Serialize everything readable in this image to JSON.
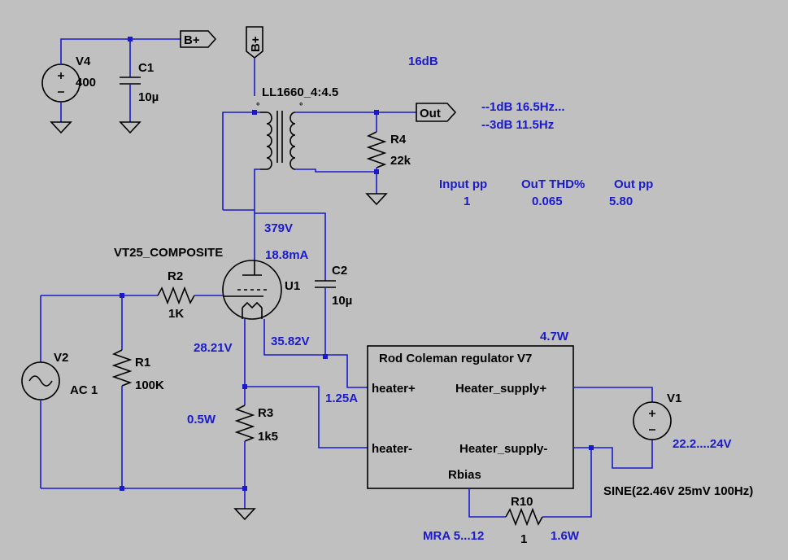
{
  "flags": {
    "bplus_label": "B+",
    "out_label": "Out"
  },
  "components": {
    "v4": {
      "name": "V4",
      "value": "400"
    },
    "c1": {
      "name": "C1",
      "value": "10µ"
    },
    "transformer": {
      "name": "LL1660_4:4.5"
    },
    "r4": {
      "name": "R4",
      "value": "22k"
    },
    "tube": {
      "name": "U1",
      "model": "VT25_COMPOSITE"
    },
    "c2": {
      "name": "C2",
      "value": "10µ"
    },
    "r2": {
      "name": "R2",
      "value": "1K"
    },
    "v2": {
      "name": "V2",
      "value": "AC 1"
    },
    "r1": {
      "name": "R1",
      "value": "100K"
    },
    "r3": {
      "name": "R3",
      "value": "1k5"
    },
    "regulator": {
      "title": "Rod Coleman regulator V7",
      "pin_heater_plus": "heater+",
      "pin_heater_minus": "heater-",
      "pin_supply_plus": "Heater_supply+",
      "pin_supply_minus": "Heater_supply-",
      "pin_rbias": "Rbias"
    },
    "v1": {
      "name": "V1",
      "value": "22.2....24V",
      "sine": "SINE(22.46V 25mV 100Hz)"
    },
    "r10": {
      "name": "R10",
      "value": "1"
    }
  },
  "annotations": {
    "gain": "16dB",
    "minus1db": "--1dB   16.5Hz...",
    "minus3db": "--3dB   11.5Hz",
    "input_pp_label": "Input pp",
    "input_pp_value": "1",
    "thd_label": "OuT THD%",
    "thd_value": "0.065",
    "out_pp_label": "Out pp",
    "out_pp_value": "5.80",
    "plate_voltage": "379V",
    "plate_current": "18.8mA",
    "grid_voltage": "28.21V",
    "cathode_voltage": "35.82V",
    "regulator_power": "4.7W",
    "heater_current": "1.25A",
    "r3_power": "0.5W",
    "r10_note": "MRA 5...12",
    "r10_power": "1.6W"
  }
}
